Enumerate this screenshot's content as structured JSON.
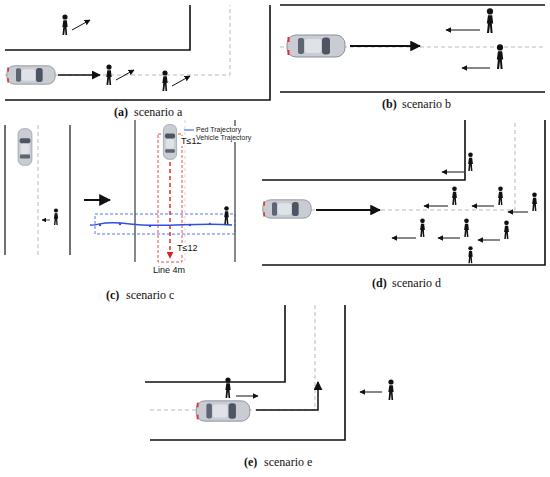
{
  "diagram": {
    "labels": [
      "(a)",
      "scenario a",
      "(b)",
      "scenario b",
      "T≤12",
      "T≤12",
      "Line 4m",
      "(c)",
      "scenario c",
      "(d)",
      "scenario d",
      "(e)",
      "scenario e"
    ],
    "legend": [
      {
        "text": "Ped Trajectory"
      },
      {
        "text": "Vehicle Trajectory"
      }
    ]
  }
}
